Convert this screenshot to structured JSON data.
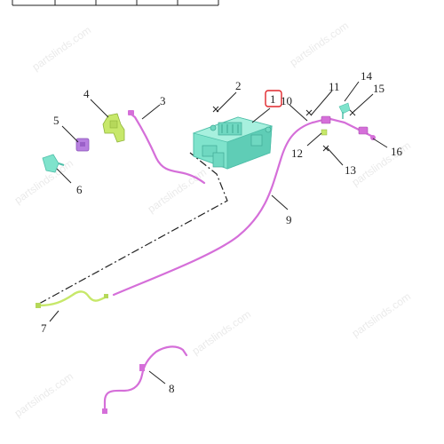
{
  "watermark": "partslinds.com",
  "callouts": {
    "c1": "1",
    "c2": "2",
    "c3": "3",
    "c4": "4",
    "c5": "5",
    "c6": "6",
    "c7": "7",
    "c8": "8",
    "c9": "9",
    "c10": "10",
    "c11": "11",
    "c12": "12",
    "c13": "13",
    "c14": "14",
    "c15": "15",
    "c16": "16"
  },
  "colors": {
    "canister": "#7fe3cc",
    "canister_dark": "#4fbfa9",
    "hose": "#d56fd9",
    "bracket": "#c7e86a",
    "valve": "#b77fe0",
    "highlight": "#e0262b",
    "line": "#222222"
  }
}
